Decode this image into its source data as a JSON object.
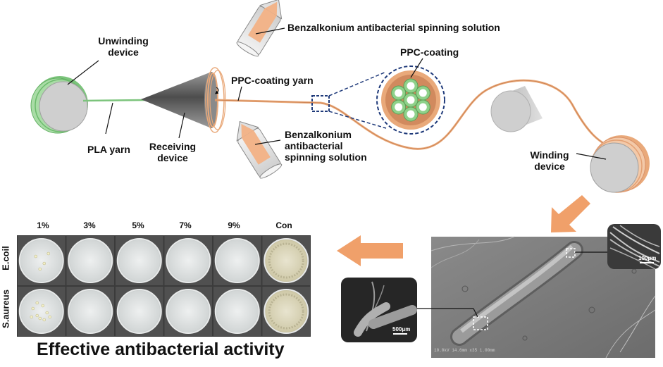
{
  "labels": {
    "unwinding_device": "Unwinding\ndevice",
    "pla_yarn": "PLA yarn",
    "receiving_device": "Receiving\ndevice",
    "ppc_coating_yarn": "PPC-coating yarn",
    "benzalkonium_top": "Benzalkonium antibacterial spinning solution",
    "benzalkonium_bottom": "Benzalkonium\nantibacterial\nspinning solution",
    "ppc_coating": "PPC-coating",
    "winding_device": "Winding\ndevice"
  },
  "plate_grid": {
    "columns": [
      "1%",
      "3%",
      "5%",
      "7%",
      "9%",
      "Con"
    ],
    "rows": [
      "E.coil",
      "S.aureus"
    ]
  },
  "headline": "Effective antibacterial activity",
  "sem": {
    "left_scale": "500μm",
    "right_scale": "100μm",
    "footer": "10.0kV 14.6mm x35          1.00mm"
  },
  "colors": {
    "arrow": "#f0a06a",
    "dashed_outline": "#1f3a7a",
    "yarn_coated": "#e9a97a",
    "yarn_pla": "#7cc47c",
    "spool_gray": "#c9c9c9",
    "fiber_green": "#8fd18a"
  }
}
